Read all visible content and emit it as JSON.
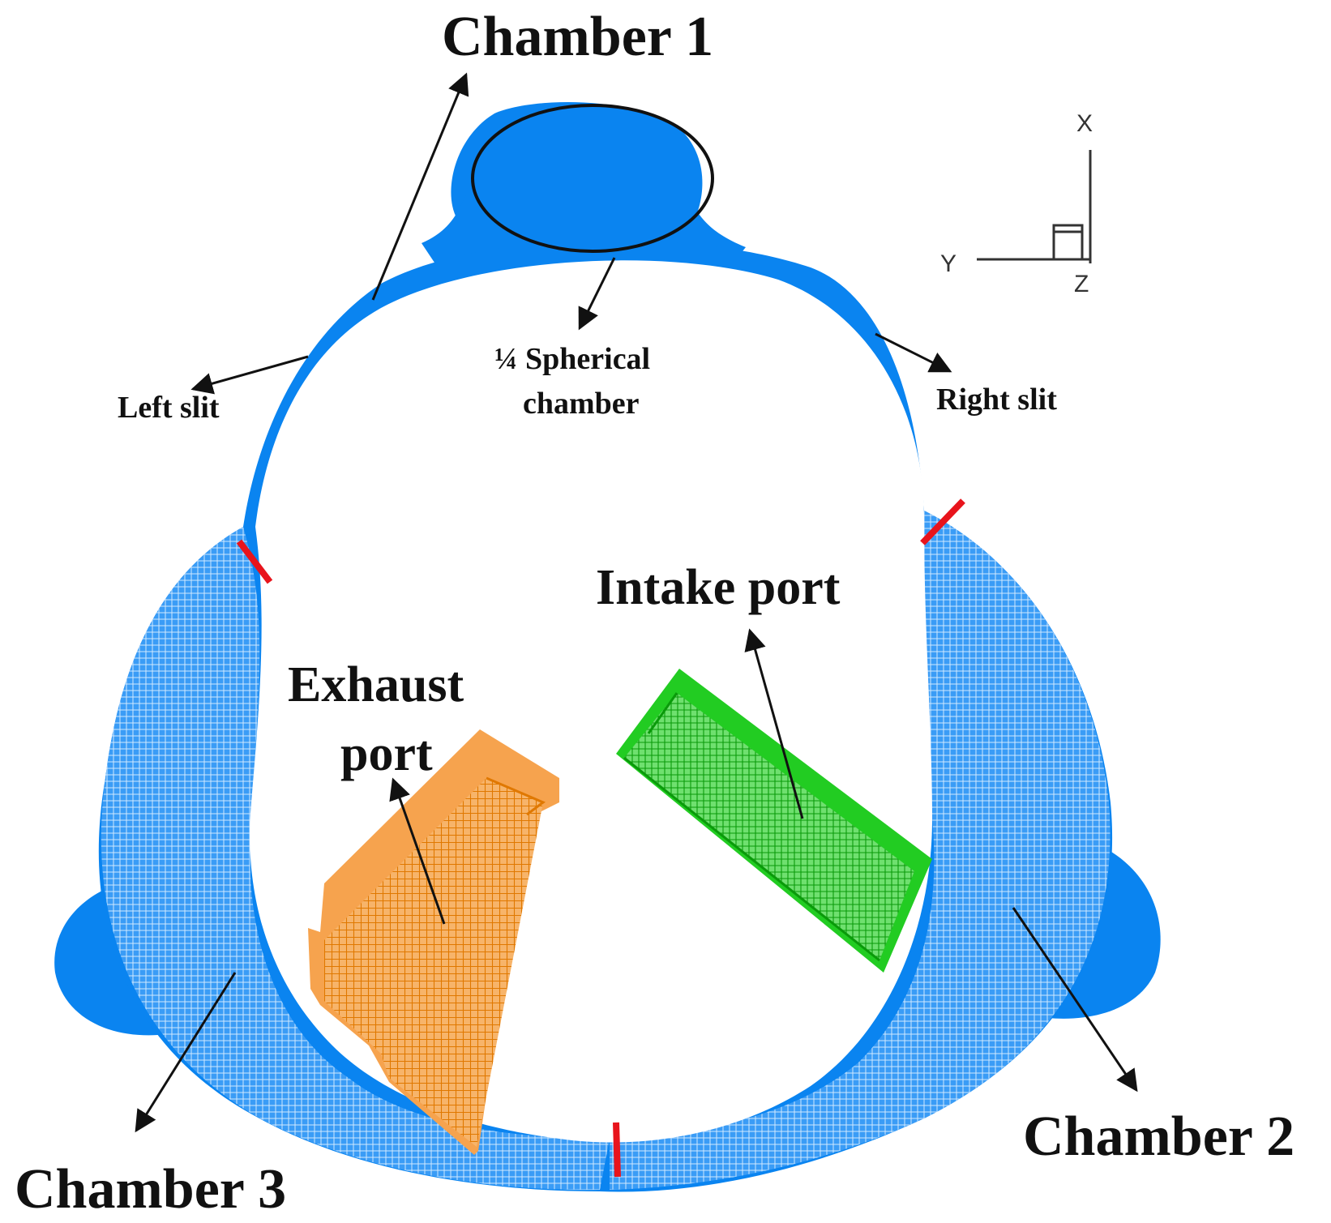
{
  "labels": {
    "chamber1": "Chamber  1",
    "chamber2": "Chamber  2",
    "chamber3": "Chamber  3",
    "intake_port": "Intake port",
    "exhaust_line1": "Exhaust",
    "exhaust_line2": "port",
    "spherical_line1": "¼  Spherical",
    "spherical_line2": "chamber",
    "left_slit": "Left slit",
    "right_slit": "Right slit"
  },
  "axes": {
    "x": "X",
    "y": "Y",
    "z": "Z"
  },
  "colors": {
    "chamber_blue": "#0a84f0",
    "mesh_light": "#62b6ff",
    "exhaust_orange": "#f6a34e",
    "exhaust_mesh": "#f08a1c",
    "intake_green": "#22cc22",
    "intake_mesh": "#119911",
    "divider_red": "#e8141c",
    "arrow_black": "#111111"
  }
}
